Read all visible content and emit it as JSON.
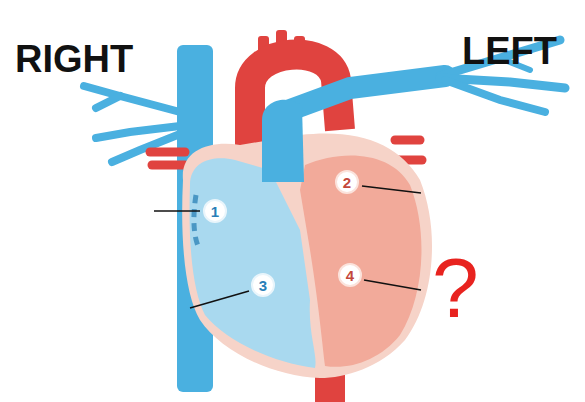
{
  "diagram": {
    "labels": [
      "RIGHT",
      "LEFT",
      "1",
      "2",
      "3",
      "4",
      "?"
    ]
  }
}
